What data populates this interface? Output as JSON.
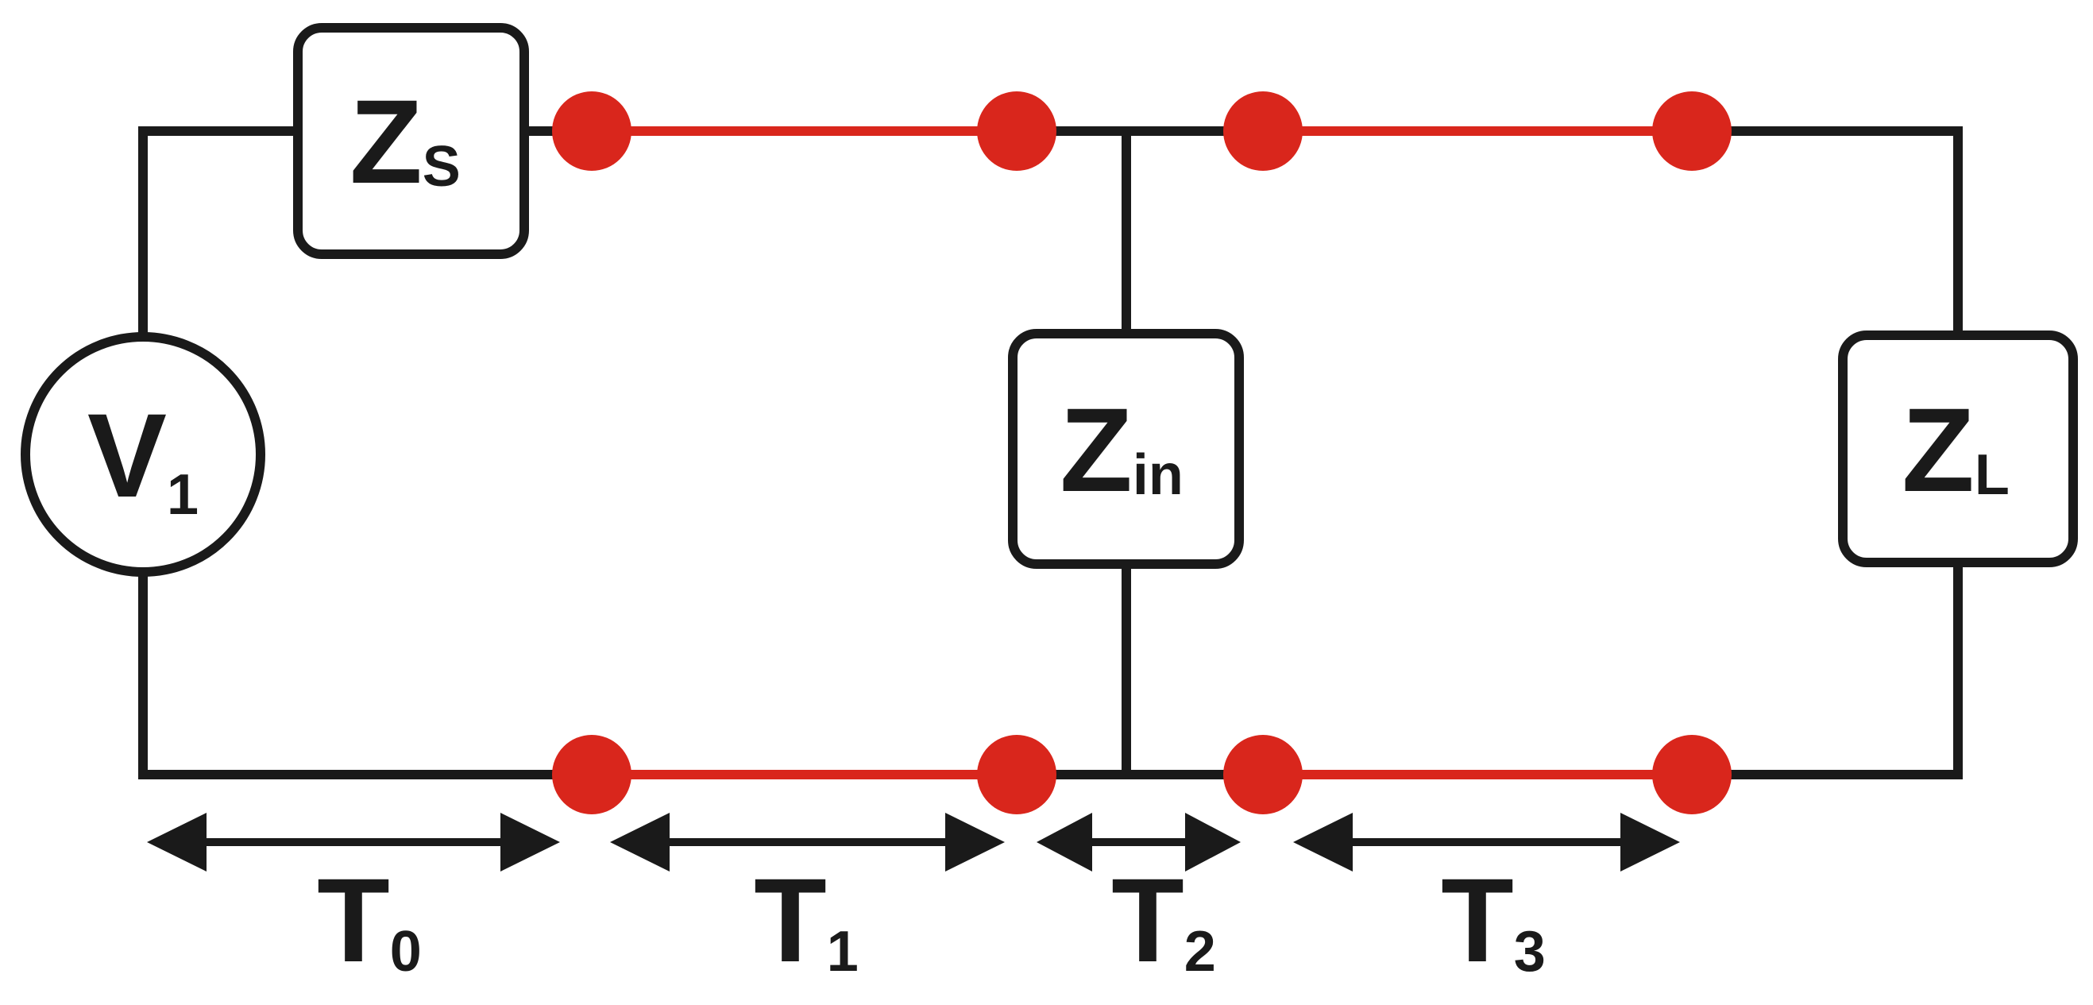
{
  "colors": {
    "wire": "#1a1a1a",
    "transmission_line": "#d9261c",
    "node": "#d9261c"
  },
  "components": {
    "source": {
      "main": "V",
      "sub": "1"
    },
    "zs": {
      "main": "Z",
      "sub": "S"
    },
    "zin": {
      "main": "Z",
      "sub": "in"
    },
    "zl": {
      "main": "Z",
      "sub": "L"
    }
  },
  "segments": [
    {
      "main": "T",
      "sub": "0"
    },
    {
      "main": "T",
      "sub": "1"
    },
    {
      "main": "T",
      "sub": "2"
    },
    {
      "main": "T",
      "sub": "3"
    }
  ]
}
